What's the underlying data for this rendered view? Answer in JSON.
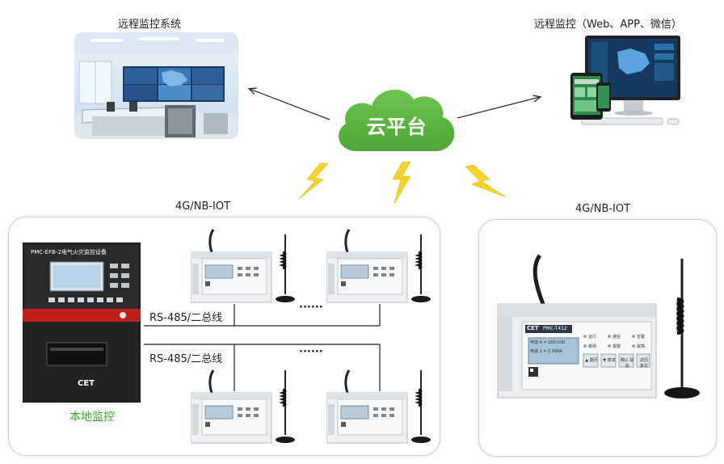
{
  "labels": {
    "remote_system": "远程监控系统",
    "remote_monitor": "远程监控（Web、APP、微信）",
    "cloud": "云平台",
    "net_left": "4G/NB-IOT",
    "net_right": "4G/NB-IOT",
    "bus_top": "RS-485/二总线",
    "bus_bottom": "RS-485/二总线",
    "ellipsis_top": "······",
    "ellipsis_bottom": "······",
    "local_monitor": "本地监控"
  },
  "host": {
    "model": "PMC-EFB-2电气火灾监控设备",
    "brand": "CET"
  },
  "meter": {
    "brand": "CET",
    "model": "PMC-T412",
    "lcd_line1": "电流 A = 200.000",
    "lcd_line2": "电流 1 = 0.000A",
    "leds": [
      "运行",
      "通信",
      "告警",
      "跳闸",
      "报警",
      "故障"
    ],
    "buttons": [
      "▲ 翻页",
      "▼ 菜单",
      "确认 取消",
      "返回 复位"
    ]
  },
  "colors": {
    "cloud": "#5bb642",
    "lightning": "#f3d22a",
    "local_label": "#3ea32f",
    "cabinet_red": "#c0201c"
  }
}
